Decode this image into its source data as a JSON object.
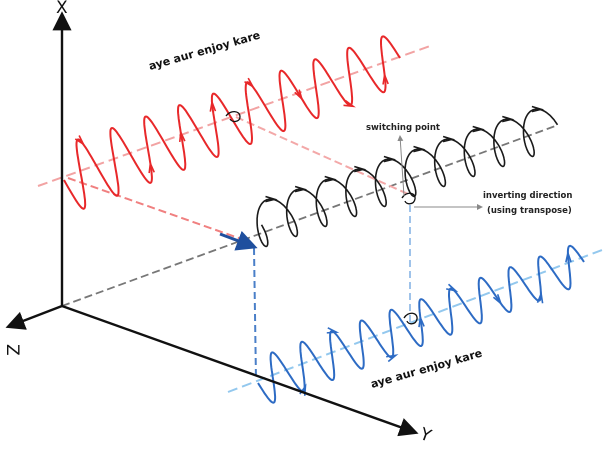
{
  "axes": {
    "x_label": "X",
    "y_label": "Y",
    "z_label": "Z"
  },
  "waves": {
    "red_caption": "aye aur enjoy kare",
    "blue_caption": "aye aur enjoy kare"
  },
  "annotations": {
    "switching_point": "switching point",
    "inverting_line1": "inverting direction",
    "inverting_line2": "(using transpose)"
  },
  "colors": {
    "red_wave": "#e8282a",
    "red_axis": "#f2a3a3",
    "blue_wave": "#2d6bc4",
    "blue_axis": "#93c8ee",
    "helix": "#1a1a1a",
    "main_axis": "#777777"
  }
}
